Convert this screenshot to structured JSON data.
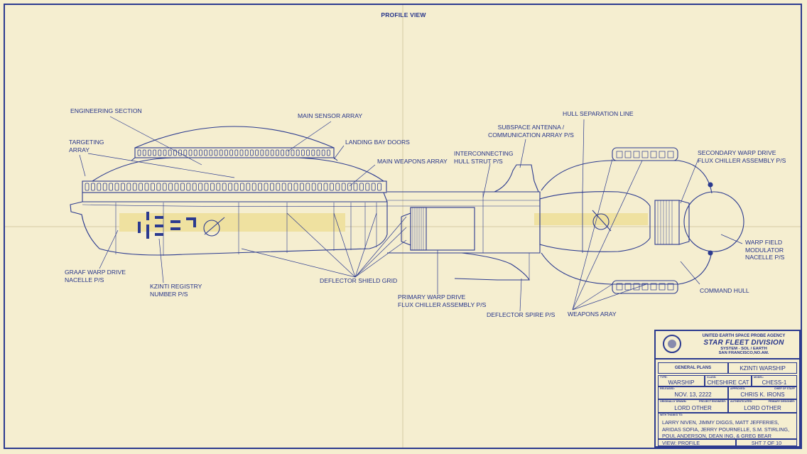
{
  "sheet": {
    "title": "PROFILE VIEW"
  },
  "labels": {
    "engineering_section": "ENGINEERING SECTION",
    "main_sensor_array": "MAIN SENSOR ARRAY",
    "targeting_array": "TARGETING\nARRAY",
    "landing_bay_doors": "LANDING BAY DOORS",
    "main_weapons_array": "MAIN WEAPONS ARRAY",
    "subspace_antenna": "SUBSPACE ANTENNA /\nCOMMUNICATION ARRAY P/S",
    "interconnecting_hull_strut": "INTERCONNECTING\nHULL STRUT P/S",
    "hull_separation_line": "HULL SEPARATION LINE",
    "secondary_warp_drive": "SECONDARY WARP DRIVE\nFLUX CHILLER ASSEMBLY P/S",
    "warp_field_modulator": "WARP FIELD\nMODULATOR\nNACELLE P/S",
    "command_hull": "COMMAND HULL",
    "weapons_array": "WEAPONS ARAY",
    "deflector_spire": "DEFLECTOR SPIRE P/S",
    "primary_warp_drive": "PRIMARY WARP DRIVE\nFLUX CHILLER ASSEMBLY P/S",
    "deflector_shield_grid": "DEFLECTOR SHIELD GRID",
    "kzinti_registry": "KZINTI REGISTRY\nNUMBER P/S",
    "graaf_warp_drive": "GRAAF WARP DRIVE\nNACELLE P/S"
  },
  "title_block": {
    "agency_line1": "UNITED EARTH SPACE PROBE AGENCY",
    "agency_line2": "STAR FLEET DIVISION",
    "agency_line3": "SYSTEM - SOL / EARTH",
    "agency_line4": "SAN FRANCISCO,NO.AM.",
    "general_plans": "GENERAL PLANS",
    "ship_name": "KZINTI WARSHIP",
    "type_caption": "TYPE:",
    "type_value": "WARSHIP",
    "class_caption": "CLASS:",
    "class_value": "CHESHIRE CAT",
    "model_caption": "MODEL:",
    "model_value": "CHESS-1",
    "released_caption": "RELEASED:",
    "released_value": "NOV. 13, 2222",
    "approved_caption": "APPROVED:",
    "chief_caption": "CHIEF OF STAFF",
    "approved_value": "CHRIS K. IRONS",
    "drawn_caption": "ORIGINALLY DRAWN:",
    "engineer_caption": "PROJECT ENGINEER:",
    "authenticated_caption": "AUTHENTICATED:",
    "designer_caption": "PRIMARY DESIGNER:",
    "drawn_value": "LORD OTHER",
    "designer_value": "LORD OTHER",
    "thanks_caption": "WITH THANKS TO:",
    "thanks_line1": "LARRY NIVEN, JIMMY DIGGS, MATT JEFFERIES,",
    "thanks_line2": "ARIDAS SOFIA, JERRY POURNELLE, S.M. STIRLING,",
    "thanks_line3": "POUL ANDERSON, DEAN ING, & GREG BEAR",
    "view_label": "VIEW: PROFILE",
    "sheet_label": "SHT 7 OF 10"
  },
  "colors": {
    "ink": "#26348a",
    "paper": "#f5eed0",
    "highlight": "#f0e3a4"
  }
}
